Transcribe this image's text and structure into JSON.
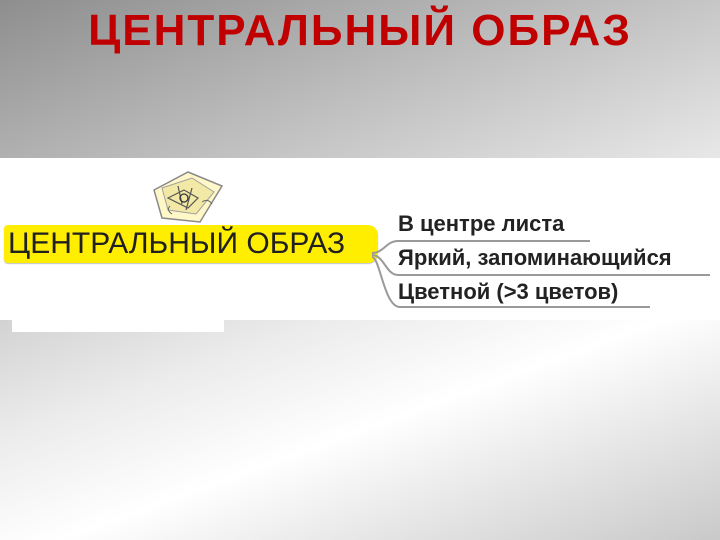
{
  "slide": {
    "title": "ЦЕНТРАЛЬНЫЙ ОБРАЗ",
    "title_color": "#c00000"
  },
  "mindmap": {
    "central_label": "ЦЕНТРАЛЬНЫЙ ОБРАЗ",
    "central_color": "#ffee00",
    "central_icon": "sketch-image-icon",
    "branches": [
      "В центре листа",
      "Яркий, запоминающийся",
      "Цветной (>3 цветов)"
    ]
  }
}
